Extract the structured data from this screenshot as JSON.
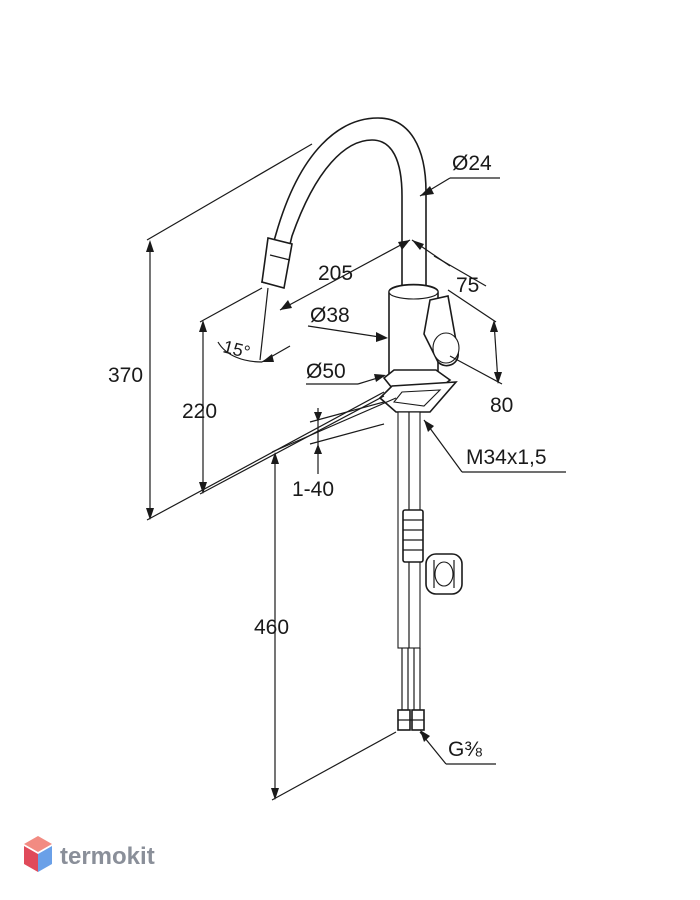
{
  "diagram": {
    "dimensions": {
      "d_spout": "Ø24",
      "reach": "205",
      "lever_depth": "75",
      "d_body": "Ø38",
      "angle": "15°",
      "d_base": "Ø50",
      "lever_height": "80",
      "total_height": "370",
      "spout_height": "220",
      "deck_thickness": "1-40",
      "thread": "M34x1,5",
      "hose_length": "460",
      "connection": "G⅜"
    }
  },
  "watermark": {
    "text": "termokit",
    "colors": {
      "top": "#f28b82",
      "left": "#e04a5a",
      "right": "#6aa0e8"
    }
  }
}
